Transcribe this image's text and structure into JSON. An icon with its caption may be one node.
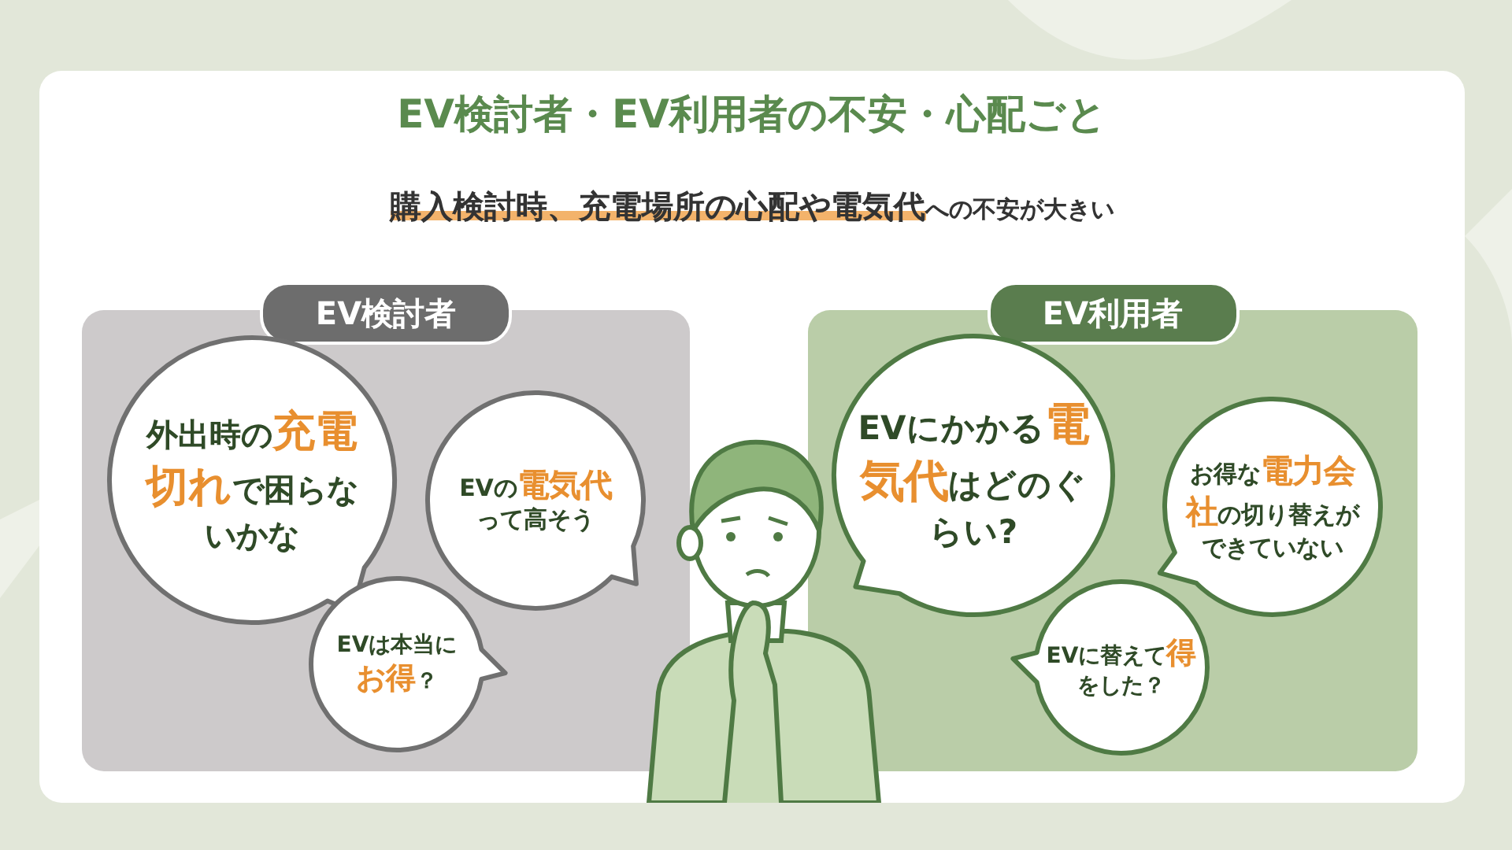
{
  "diagram": {
    "title": "EV検討者・EV利用者の不安・心配ごと",
    "nodes": [
      {
        "text": [
          "EV検討者"
        ]
      },
      {
        "text": [
          "外出時の**充電切れ**で困らないかな"
        ],
        "in": 0
      },
      {
        "text": [
          "EVの**電気代**って高そう"
        ],
        "in": 0
      },
      {
        "text": [
          "EVは本当に**お得**？"
        ],
        "in": 0
      },
      {
        "text": [
          "EV利用者"
        ]
      },
      {
        "text": [
          "EVにかかる**電気代**はどのぐらい?"
        ],
        "in": 4
      },
      {
        "text": [
          "お得な**電力会社**の切り替えができていない"
        ],
        "in": 4
      },
      {
        "text": [
          "EVに替えて**得**をした？"
        ],
        "in": 4
      }
    ],
    "edges": [],
    "labels": [
      "**購入検討時、充電場所の心配や電気代**への不安が大きい"
    ]
  }
}
